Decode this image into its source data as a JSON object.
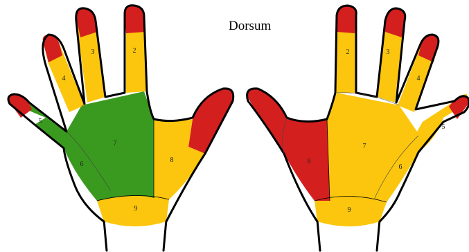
{
  "title": "Dorsum",
  "colors": {
    "red": "#d41f1f",
    "green": "#3a9a1f",
    "yellow": "#fbc60d",
    "outline": "#000000",
    "background": "#ffffff"
  },
  "left_hand": {
    "labels": {
      "index": "2",
      "middle": "3",
      "ring": "4",
      "little": "5",
      "ulnar": "6",
      "palm": "7",
      "radial": "8",
      "wrist": "9"
    }
  },
  "right_hand": {
    "labels": {
      "index": "2",
      "middle": "3",
      "ring": "4",
      "little": "5",
      "ulnar": "6",
      "palm": "7",
      "radial": "8",
      "wrist": "9"
    }
  }
}
